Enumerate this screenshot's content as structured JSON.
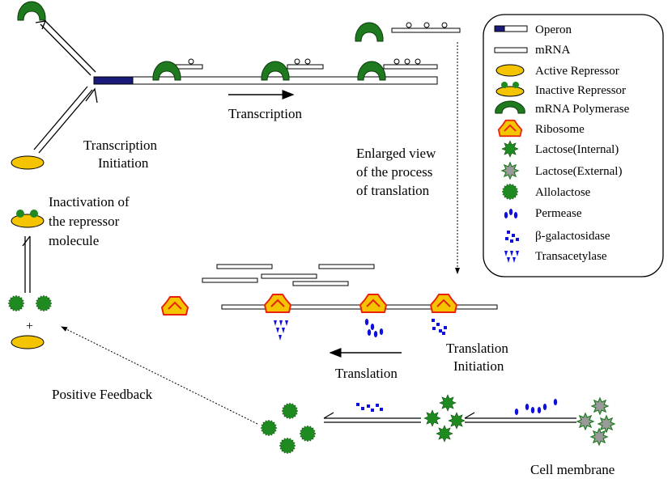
{
  "labels": {
    "transcription": "Transcription",
    "transcription_initiation_1": "Transcription",
    "transcription_initiation_2": "Initiation",
    "enlarged_1": "Enlarged view",
    "enlarged_2": "of the process",
    "enlarged_3": "of translation",
    "inactivation_1": "Inactivation of",
    "inactivation_2": "the repressor",
    "inactivation_3": "molecule",
    "plus": "+",
    "translation": "Translation",
    "translation_initiation_1": "Translation",
    "translation_initiation_2": "Initiation",
    "positive_feedback": "Positive Feedback",
    "cell_membrane": "Cell membrane"
  },
  "legend": {
    "items": [
      {
        "key": "operon",
        "label": "Operon"
      },
      {
        "key": "mrna",
        "label": "mRNA"
      },
      {
        "key": "active_repressor",
        "label": "Active Repressor"
      },
      {
        "key": "inactive_repressor",
        "label": "Inactive Repressor"
      },
      {
        "key": "mrna_polymerase",
        "label": "mRNA Polymerase"
      },
      {
        "key": "ribosome",
        "label": "Ribosome"
      },
      {
        "key": "lactose_internal",
        "label": "Lactose(Internal)"
      },
      {
        "key": "lactose_external",
        "label": "Lactose(External)"
      },
      {
        "key": "allolactose",
        "label": "Allolactose"
      },
      {
        "key": "permease",
        "label": "Permease"
      },
      {
        "key": "beta_galactosidase",
        "label": "β-galactosidase"
      },
      {
        "key": "transacetylase",
        "label": "Transacetylase"
      }
    ]
  },
  "colors": {
    "operon_promoter": "#1a1a7a",
    "polymerase": "#1f7a1f",
    "repressor": "#f5c400",
    "ribosome_fill": "#f5c400",
    "ribosome_outline": "#e8220c",
    "lactose_internal": "#1f8a1f",
    "lactose_external": "#9a9a9a",
    "enzymes": "#1010dd"
  }
}
